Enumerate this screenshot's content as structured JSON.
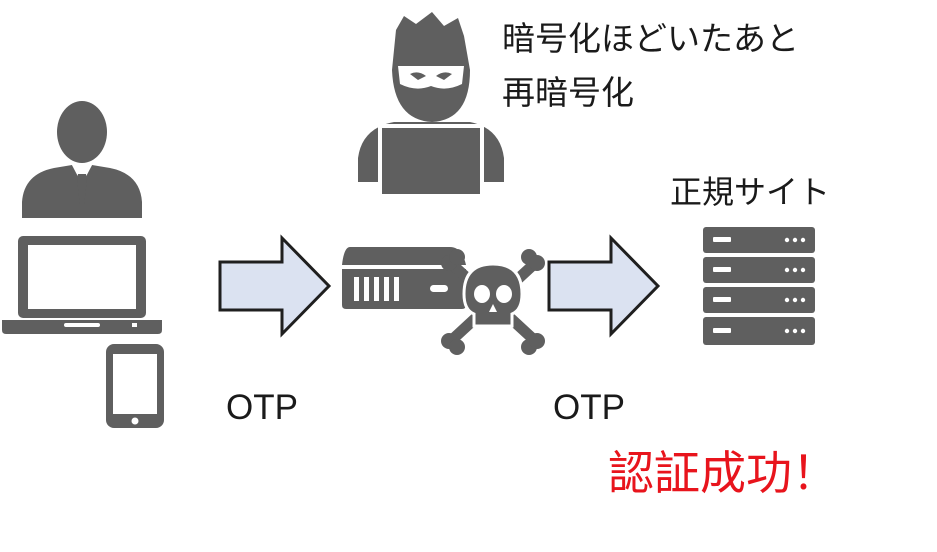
{
  "labels": {
    "attacker_line1": "暗号化ほどいたあと",
    "attacker_line2": "再暗号化",
    "legit_site": "正規サイト",
    "otp_left": "OTP",
    "otp_right": "OTP",
    "auth_success": "認証成功！"
  },
  "colors": {
    "icon_gray": "#5f5f5f",
    "arrow_fill": "#dbe2f1",
    "arrow_stroke": "#1f1f1f",
    "success_red": "#e8141c"
  },
  "icons": {
    "user": "businessman-icon",
    "laptop": "laptop-icon",
    "phone": "smartphone-icon",
    "attacker": "hacker-icon",
    "relay_device": "router-icon",
    "malware": "skull-crossbones-icon",
    "server": "server-rack-icon"
  }
}
